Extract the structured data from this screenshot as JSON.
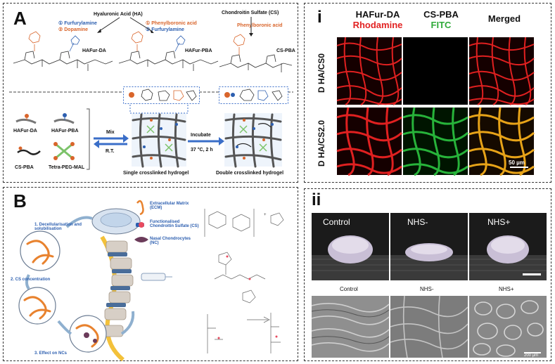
{
  "panel_a": {
    "letter": "A",
    "ha_title": "Hyaluronic Acid (HA)",
    "cs_title": "Chondroitin Sulfate (CS)",
    "left_group": {
      "line1_num": "①",
      "line1": "Furfurylamine",
      "line2_num": "②",
      "line2": "Dopamine"
    },
    "right_group": {
      "line1_num": "①",
      "line1": "Phenylboronic acid",
      "line2_num": "②",
      "line2": "Furfurylamine"
    },
    "cs_reagent": "Phenylboronic acid",
    "product_1": "HAFur-DA",
    "product_2": "HAFur-PBA",
    "product_3": "CS-PBA",
    "legend": {
      "item1": "HAFur-DA",
      "item2": "HAFur-PBA",
      "item3": "CS-PBA",
      "item4": "Tetra-PEG-MAL"
    },
    "mix_label": "Mix",
    "rt_label": "R.T.",
    "incubate_label": "Incubate",
    "incubate_cond": "37 °C, 2 h",
    "single_label": "Single crosslinked hydrogel",
    "double_label": "Double crosslinked hydrogel"
  },
  "panel_b": {
    "letter": "B",
    "legend": {
      "ecm": "Extracellular Matrix (ECM)",
      "cs": "Functionalised Chondroitin Sulfate (CS)",
      "nc": "Nasal Chondrocytes (NC)"
    },
    "step1": "1. Decellularisation and solubilisation",
    "step2": "2. CS concentration",
    "step3": "3. Effect on NCs"
  },
  "panel_i": {
    "numeral": "i",
    "col1_line1": "HAFur-DA",
    "col1_line2": "Rhodamine",
    "col2_line1": "CS-PBA",
    "col2_line2": "FITC",
    "col3": "Merged",
    "row1": "D HA/CS0",
    "row2": "D HA/CS2.0",
    "scale": "50 µm"
  },
  "panel_ii": {
    "numeral": "ii",
    "photo1": "Control",
    "photo2": "NHS-",
    "photo3": "NHS+",
    "sem1": "Control",
    "sem2": "NHS-",
    "sem3": "NHS+",
    "scale": "200 µm"
  },
  "colors": {
    "blue": "#2d5fb0",
    "orange": "#d9652b",
    "red_channel": "#e02020",
    "green_channel": "#27b33a",
    "merged_channel": "#e7a318"
  }
}
